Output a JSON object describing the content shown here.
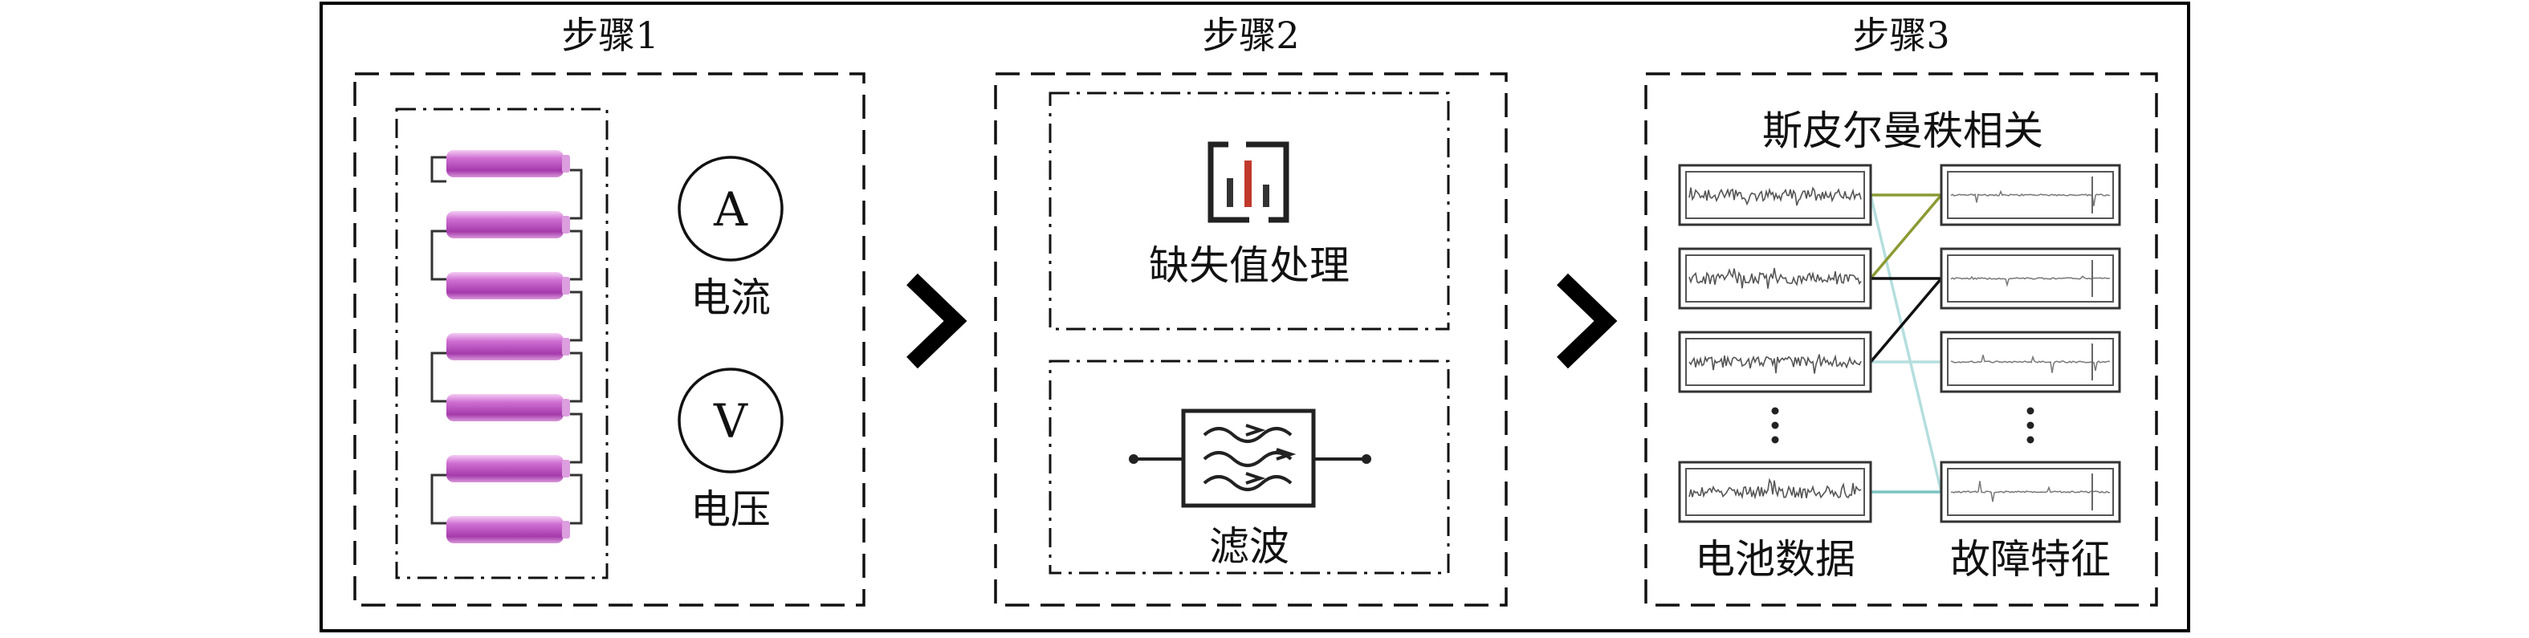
{
  "steps": {
    "step1": "步骤1",
    "step2": "步骤2",
    "step3": "步骤3"
  },
  "step1": {
    "ammeter_symbol": "A",
    "current_label": "电流",
    "voltmeter_symbol": "V",
    "voltage_label": "电压"
  },
  "step2": {
    "missing_value_label": "缺失值处理",
    "filter_label": "滤波"
  },
  "step3": {
    "title": "斯皮尔曼秩相关",
    "battery_data_label": "电池数据",
    "fault_feature_label": "故障特征"
  },
  "icons": {
    "missing_value": "bar-chart-bracket-icon",
    "filter": "filter-block-icon",
    "step_arrow": "chevron-right-icon"
  },
  "colors": {
    "battery": "#c45cc8",
    "missing_bar_highlight": "#c0392b",
    "link_olive": "#8c9a33",
    "link_black": "#111111",
    "link_light_cyan": "#b5dede",
    "link_cyan": "#7cc4c4"
  }
}
